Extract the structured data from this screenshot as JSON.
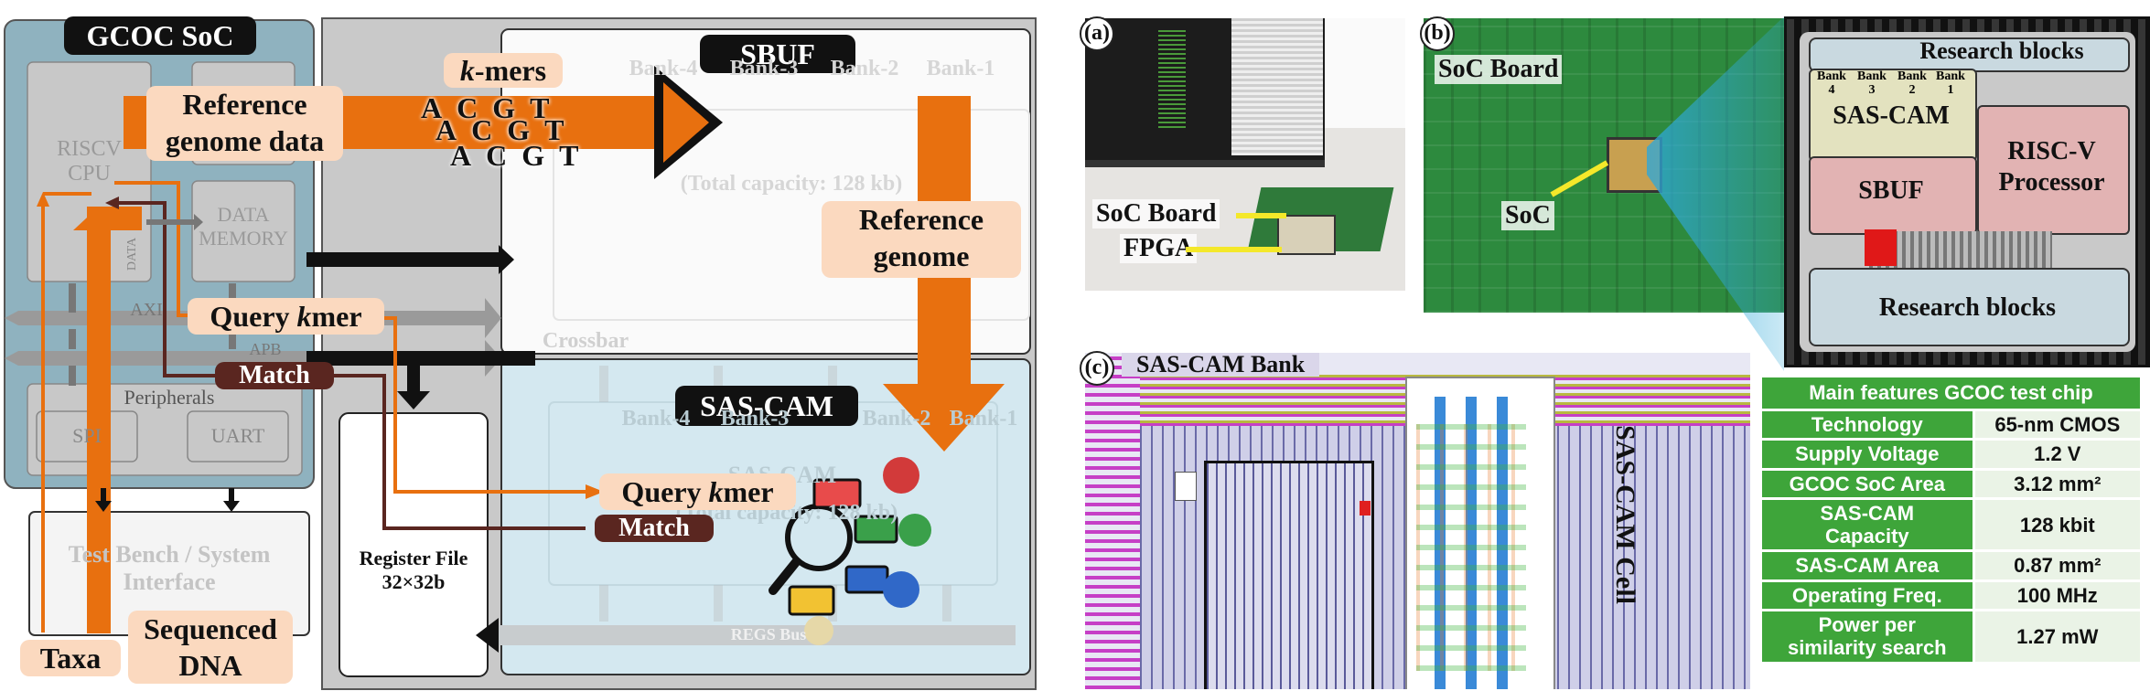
{
  "left_diagram": {
    "soc_title": "GCOC SoC",
    "sbuf_title": "SBUF",
    "sascam_title": "SAS-CAM",
    "riscv_cpu": "RISCV\nCPU",
    "data_memory": "DATA\nMEMORY",
    "data_label": "DATA",
    "axi_label": "AXI",
    "apb_label": "APB",
    "peripherals_label": "Peripherals",
    "spi_label": "SPI",
    "uart_label": "UART",
    "testbench_label": "Test Bench / System\nInterface",
    "register_file": "Register File\n32×32b",
    "sbuf_banks": [
      "Bank-4",
      "Bank-3",
      "Bank-2",
      "Bank-1"
    ],
    "sbuf_capacity": "(Total capacity: 128 kb)",
    "crossbar_label": "Crossbar",
    "sascam_banks": [
      "Bank-4",
      "Bank-3",
      "Bank-2",
      "Bank-1"
    ],
    "sascam_inner": "SAS-CAM",
    "sascam_capacity": "(Total capacity: 128 kb)",
    "regs_bus": "REGS Bus",
    "reference_genome_data": "Reference\ngenome data",
    "kmers_title_k": "k",
    "kmers_title_rest": "-mers",
    "kmer_letters_row1": [
      "A",
      "C",
      "G",
      "T"
    ],
    "kmer_letters_row2": [
      "A",
      "C",
      "G",
      "T"
    ],
    "kmer_letters_row3": [
      "A",
      "C",
      "G",
      "T"
    ],
    "reference_genome": "Reference\ngenome",
    "query_kmer_1_pre": "Query ",
    "query_kmer_1_k": "k",
    "query_kmer_1_post": "mer",
    "match_1": "Match",
    "query_kmer_2_pre": "Query ",
    "query_kmer_2_k": "k",
    "query_kmer_2_post": "mer",
    "match_2": "Match",
    "taxa": "Taxa",
    "sequenced_dna": "Sequenced\nDNA"
  },
  "panel_a": {
    "letter": "(a)",
    "soc_board_label": "SoC Board",
    "fpga_label": "FPGA"
  },
  "panel_b": {
    "letter": "(b)",
    "board_label": "SoC Board",
    "soc_label": "SoC",
    "research_blocks_top": "Research blocks",
    "banks": [
      "Bank\n4",
      "Bank\n3",
      "Bank\n2",
      "Bank\n1"
    ],
    "sas_cam": "SAS-CAM",
    "sbuf": "SBUF",
    "riscv": "RISC-V\nProcessor",
    "research_blocks_bottom": "Research blocks"
  },
  "panel_c": {
    "letter": "(c)",
    "bank_title": "SAS-CAM Bank",
    "cell_label": "SAS-CAM Cell"
  },
  "features_table": {
    "title": "Main features GCOC test chip",
    "rows": [
      {
        "k": "Technology",
        "v": "65-nm CMOS"
      },
      {
        "k": "Supply Voltage",
        "v": "1.2 V"
      },
      {
        "k": "GCOC SoC Area",
        "v": "3.12 mm²"
      },
      {
        "k": "SAS-CAM\nCapacity",
        "v": "128 kbit"
      },
      {
        "k": "SAS-CAM Area",
        "v": "0.87 mm²"
      },
      {
        "k": "Operating Freq.",
        "v": "100 MHz"
      },
      {
        "k": "Power per\nsimilarity search",
        "v": "1.27 mW"
      }
    ]
  },
  "colors": {
    "orange": "#e8700f",
    "light_orange": "#fbd9bf",
    "dark_red": "#5a2620",
    "soc_blue": "#8fb2bf",
    "gray_block": "#c8c8c8",
    "sascam_blue": "#d4e8f0",
    "table_green": "#3ea53a"
  }
}
